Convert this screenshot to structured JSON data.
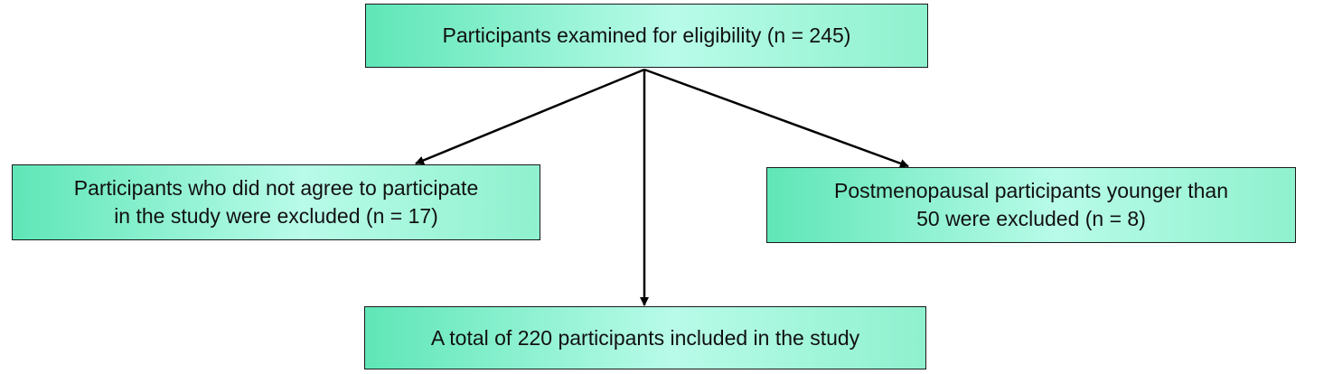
{
  "flowchart": {
    "top": {
      "text": "Participants examined for eligibility (n = 245)"
    },
    "left": {
      "lines": [
        "Participants who did not agree to participate",
        "in the study were excluded (n = 17)"
      ]
    },
    "right": {
      "lines": [
        "Postmenopausal participants younger than",
        "50 were excluded (n = 8)"
      ]
    },
    "bottom": {
      "text": "A total of 220 participants included in the study"
    }
  },
  "colors": {
    "box_fill_dark": "#5fe6b7",
    "box_fill_light": "#b8fbe8",
    "border": "#1a1a1a",
    "arrow": "#000000"
  }
}
